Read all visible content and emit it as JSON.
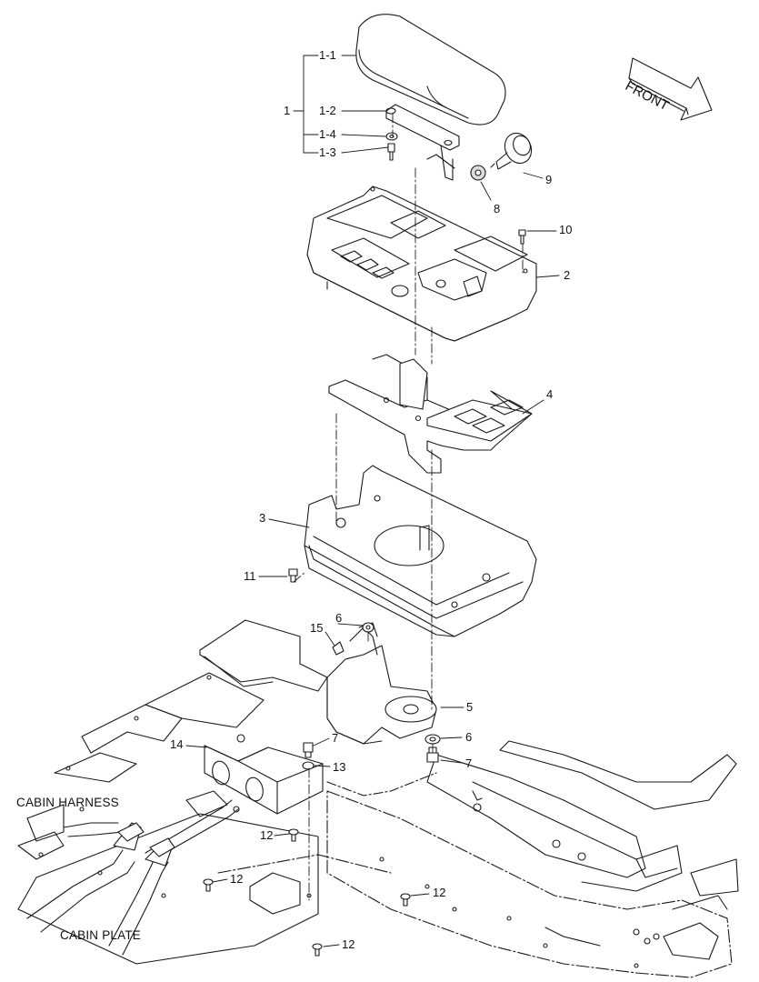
{
  "labels": {
    "l1": "1",
    "l1_1": "1-1",
    "l1_2": "1-2",
    "l1_4": "1-4",
    "l1_3": "1-3",
    "l2": "2",
    "l3": "3",
    "l4": "4",
    "l5": "5",
    "l6a": "6",
    "l6b": "6",
    "l7a": "7",
    "l7b": "7",
    "l8": "8",
    "l9": "9",
    "l10": "10",
    "l11": "11",
    "l12a": "12",
    "l12b": "12",
    "l12c": "12",
    "l12d": "12",
    "l13": "13",
    "l14": "14",
    "l15": "15"
  },
  "front_arrow": "FRONT",
  "captions": {
    "cabin_harness": "CABIN HARNESS",
    "cabin_plate": "CABIN PLATE"
  },
  "colors": {
    "line": "#1a1a1a",
    "paper": "#ffffff",
    "shade": "#d9d9d9"
  }
}
